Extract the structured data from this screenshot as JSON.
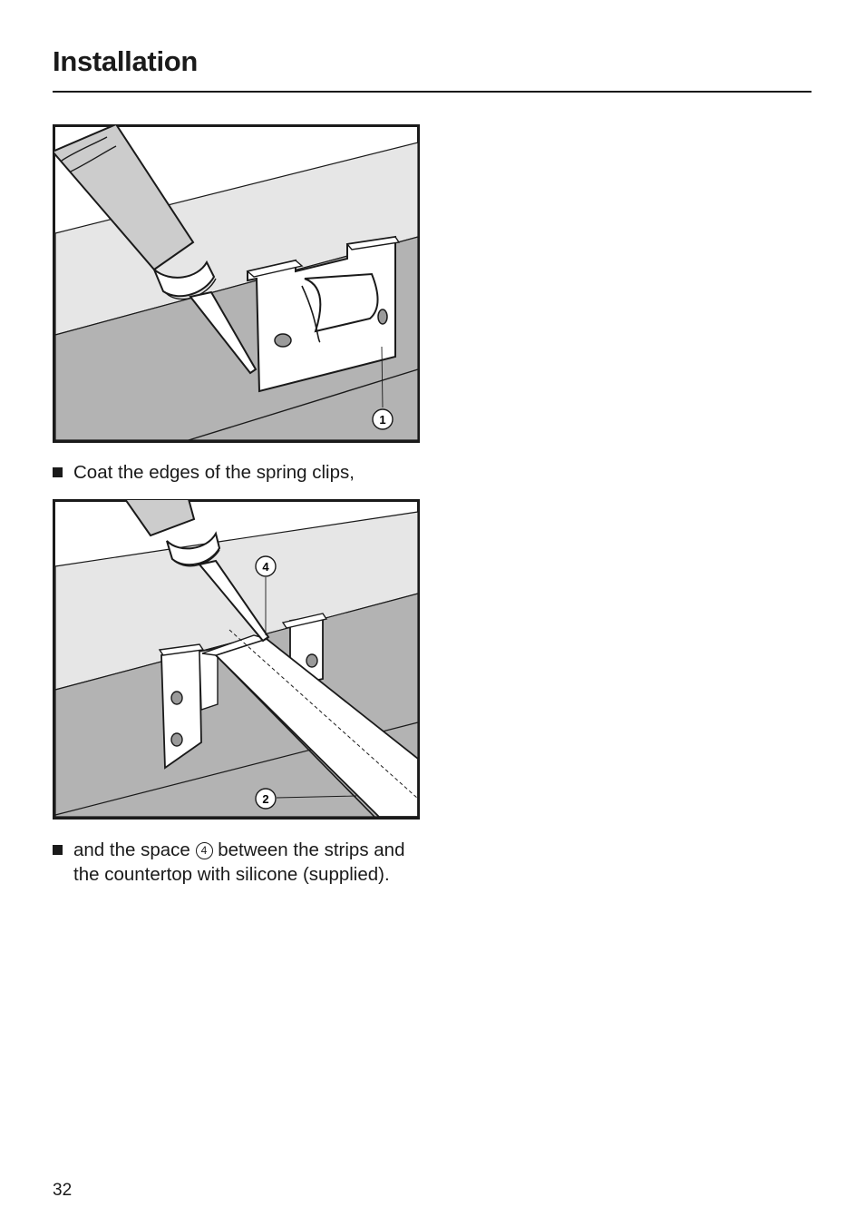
{
  "header": {
    "title": "Installation"
  },
  "steps": [
    {
      "text": "Coat the edges of the spring clips,"
    },
    {
      "before": "and the space",
      "ref": "4",
      "after": "between the strips and the countertop with silicone (supplied)."
    }
  ],
  "figures": [
    {
      "callouts": [
        "1"
      ]
    },
    {
      "callouts": [
        "4",
        "2"
      ]
    }
  ],
  "footer": {
    "page_number": "32"
  },
  "colors": {
    "surface_light": "#e6e6e6",
    "surface_dark": "#b3b3b3",
    "line": "#1a1a1a"
  }
}
